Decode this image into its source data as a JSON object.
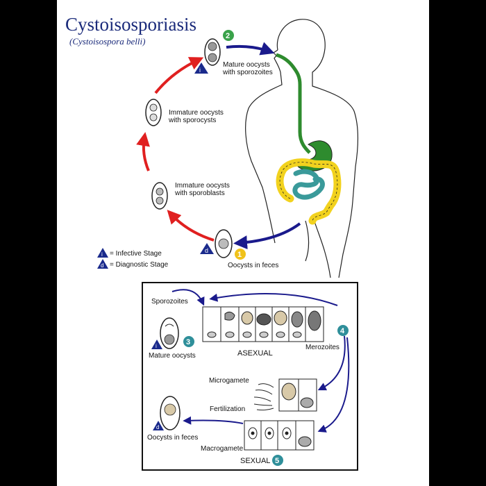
{
  "diagram": {
    "title": "Cystoisosporiasis",
    "subtitle": "(Cystoisospora belli)",
    "stages": {
      "mature_oocysts": "Mature oocysts",
      "with_sporozoites": "with sporozoites",
      "immature_sporocysts_1": "Immature oocysts",
      "immature_sporocysts_2": "with sporocysts",
      "immature_sporoblasts_1": "Immature oocysts",
      "immature_sporoblasts_2": "with sporoblasts",
      "oocysts_in_feces": "Oocysts in feces"
    },
    "legend": {
      "infective_letter": "i",
      "infective_label": "= Infective Stage",
      "diagnostic_letter": "d",
      "diagnostic_label": "= Diagnostic Stage"
    },
    "steps": {
      "s1": "1",
      "s2": "2",
      "s3": "3",
      "s4": "4",
      "s5": "5"
    },
    "inset": {
      "sporozoites": "Sporozoites",
      "mature_oocysts": "Mature oocysts",
      "asexual": "ASEXUAL",
      "merozoites": "Merozoites",
      "microgamete": "Microgamete",
      "fertilization": "Fertilization",
      "oocysts_in_feces": "Oocysts in feces",
      "macrogamete": "Macrogamete",
      "sexual": "SEXUAL"
    },
    "colors": {
      "red_arrow": "#e02020",
      "blue_arrow": "#1a1a8c",
      "green_gut": "#2e8b2e",
      "teal_gut": "#3a9a9a",
      "yellow_gut": "#f2d21e",
      "badge_green": "#3aa24a",
      "badge_teal": "#2f8f9a",
      "badge_yellow": "#f0c21a",
      "stage_triangle": "#1a2a8c"
    }
  }
}
